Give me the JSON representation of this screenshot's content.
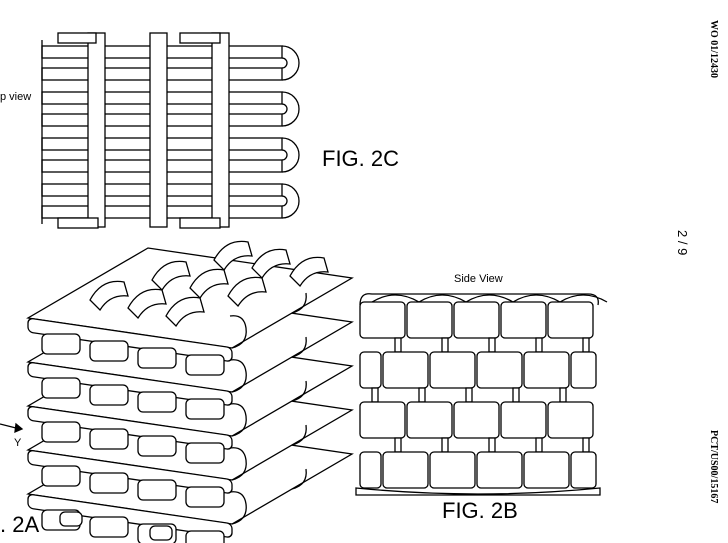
{
  "header": {
    "publication_number": "WO 01/12430",
    "application_number": "PCT/US00/15167",
    "sheet": "2 / 9"
  },
  "figures": {
    "fig_2c": {
      "label": "FIG. 2C",
      "view_label": "p view"
    },
    "fig_2b": {
      "label": "FIG. 2B",
      "view_label": "Side View"
    },
    "fig_2a": {
      "label": ". 2A",
      "axis_label": "Y"
    }
  }
}
